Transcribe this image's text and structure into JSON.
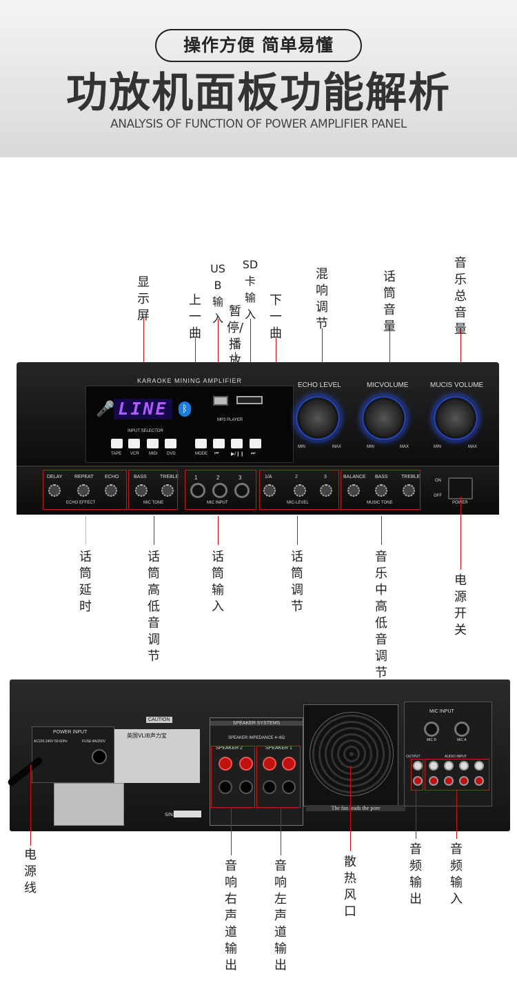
{
  "header": {
    "pill": "操作方便 简单易懂",
    "title": "功放机面板功能解析",
    "subtitle": "ANALYSIS OF FUNCTION OF POWER AMPLIFIER PANEL"
  },
  "front_labels": {
    "display": "显示屏",
    "usb": "USB输入",
    "sd": "SD卡输入",
    "prev": "上一曲",
    "play": "暂停/播放",
    "next": "下一曲",
    "echo": "混响调节",
    "mic_vol": "话筒音量",
    "music_vol": "音乐总音量",
    "mic_delay": "话筒延时",
    "mic_tone": "话筒高低音调节",
    "mic_input": "话筒输入",
    "mic_level": "话筒调节",
    "music_tone": "音乐中高低音调节",
    "power_switch": "电源开关"
  },
  "rear_labels": {
    "power_cord": "电源线",
    "right_out": "音响右声道输出",
    "left_out": "音响左声道输出",
    "fan": "散热风口",
    "audio_out": "音频输出",
    "audio_in": "音频输入"
  },
  "front_panel": {
    "brand": "KARAOKE MINING AMPLIFIER",
    "display_text": "LINE",
    "input_selector": "INPUT SELECTOR",
    "inputs": [
      "TAPE",
      "VCR",
      "MIDI",
      "DVD"
    ],
    "mp3_player": "MP3 PLAYER",
    "mode": "MODE",
    "prev_glyph": "⏮",
    "play_glyph": "▶/❙❙",
    "next_glyph": "⏭",
    "echo_level": "ECHO LEVEL",
    "mic_volume": "MICVOLUME",
    "music_volume": "MUCIS VOLUME",
    "min": "MIN",
    "max": "MAX",
    "delay": "DELAY",
    "repeat": "REPEAT",
    "echo_knob": "ECHO",
    "echo_effect": "ECHO EFFECT",
    "bass": "BASS",
    "treble": "TREBLE",
    "mic_tone": "MIC TONE",
    "mic_in_nums": [
      "1",
      "2",
      "3"
    ],
    "mic_input": "MIC INPUT",
    "mic_level_nums": [
      "1/A",
      "2",
      "3"
    ],
    "mic_level": "MIC-LEVEL",
    "balance": "BALANCE",
    "music_tone": "MUSIC TONE",
    "on": "ON",
    "off": "OFF",
    "power": "POWER"
  },
  "rear_panel": {
    "power_input": "POWER INPUT",
    "ac_spec": "AC220-240V 50-60Hz",
    "fuse": "FUSE:4A/250V",
    "caution": "CAUTION",
    "brand_cn": "英国VLIB声力宝",
    "speaker_systems": "SPEAKER SYSTEMS",
    "impedance": "SPEAKER IMPEDANCE 4~8Ω",
    "speaker2": "SPEAKER 2",
    "speaker1": "SPEAKER 1",
    "fan_text": "The fan leads the pore",
    "mic_input": "MIC INPUT",
    "mic_b": "MIC B",
    "mic_a": "MIC A",
    "output": "OUTPUT",
    "audio_input": "AUDIO INPUT",
    "sn": "S/N:"
  }
}
